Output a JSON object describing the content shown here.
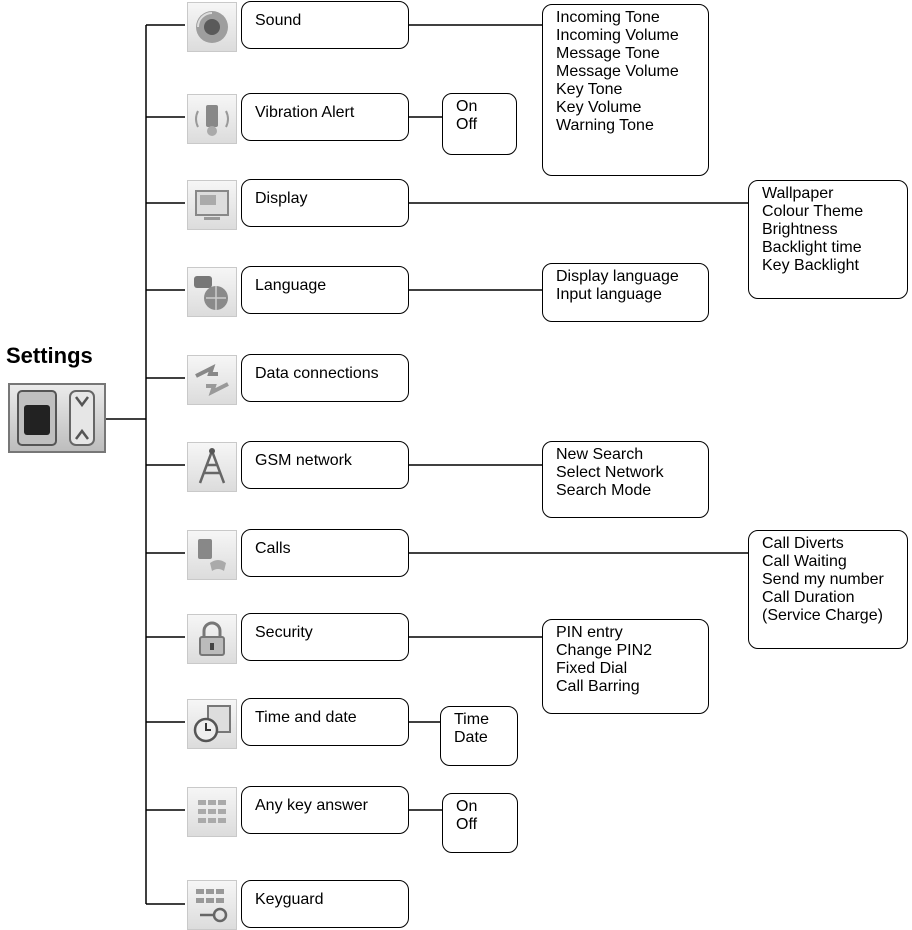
{
  "title": "Settings",
  "icons": {
    "root": "settings-phone-wrench-icon"
  },
  "items": [
    {
      "label": "Sound",
      "icon": "speaker-icon",
      "submenu": [
        "Incoming Tone",
        "Incoming Volume",
        "Message Tone",
        "Message Volume",
        "Key Tone",
        "Key Volume",
        "Warning Tone"
      ]
    },
    {
      "label": "Vibration Alert",
      "icon": "vibrating-phone-icon",
      "submenu": [
        "On",
        "Off"
      ]
    },
    {
      "label": "Display",
      "icon": "monitor-icon",
      "submenu": [
        "Wallpaper",
        "Colour Theme",
        "Brightness",
        "Backlight time",
        "Key Backlight"
      ]
    },
    {
      "label": "Language",
      "icon": "globe-speech-icon",
      "submenu": [
        "Display language",
        "Input language"
      ]
    },
    {
      "label": "Data connections",
      "icon": "arrows-transfer-icon",
      "submenu": []
    },
    {
      "label": "GSM network",
      "icon": "antenna-tower-icon",
      "submenu": [
        "New Search",
        "Select Network",
        "Search Mode"
      ]
    },
    {
      "label": "Calls",
      "icon": "phone-call-icon",
      "submenu": [
        "Call Diverts",
        "Call Waiting",
        "Send my number",
        "Call Duration",
        "(Service Charge)"
      ]
    },
    {
      "label": "Security",
      "icon": "padlock-icon",
      "submenu": [
        "PIN entry",
        "Change PIN2",
        "Fixed Dial",
        "Call Barring"
      ]
    },
    {
      "label": "Time and date",
      "icon": "clock-calendar-icon",
      "submenu": [
        "Time",
        "Date"
      ]
    },
    {
      "label": "Any key answer",
      "icon": "keypad-phone-icon",
      "submenu": [
        "On",
        "Off"
      ]
    },
    {
      "label": "Keyguard",
      "icon": "keypad-lock-icon",
      "submenu": []
    }
  ]
}
